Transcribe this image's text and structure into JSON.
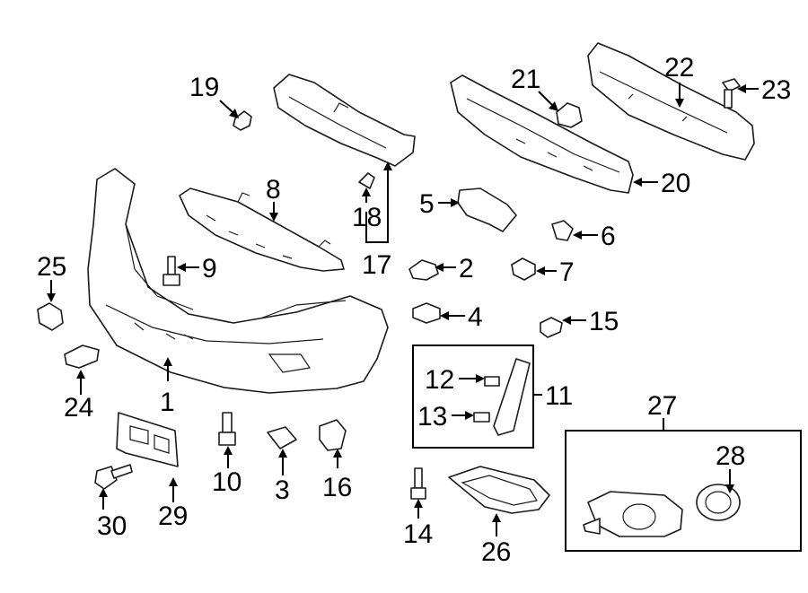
{
  "diagram": {
    "callouts": {
      "c1": "1",
      "c2": "2",
      "c3": "3",
      "c4": "4",
      "c5": "5",
      "c6": "6",
      "c7": "7",
      "c8": "8",
      "c9": "9",
      "c10": "10",
      "c11": "11",
      "c12": "12",
      "c13": "13",
      "c14": "14",
      "c15": "15",
      "c16": "16",
      "c17": "17",
      "c18": "18",
      "c19": "19",
      "c20": "20",
      "c21": "21",
      "c22": "22",
      "c23": "23",
      "c24": "24",
      "c25": "25",
      "c26": "26",
      "c27": "27",
      "c28": "28",
      "c29": "29",
      "c30": "30"
    },
    "line_color": "#1a1a1a",
    "background": "#ffffff"
  }
}
